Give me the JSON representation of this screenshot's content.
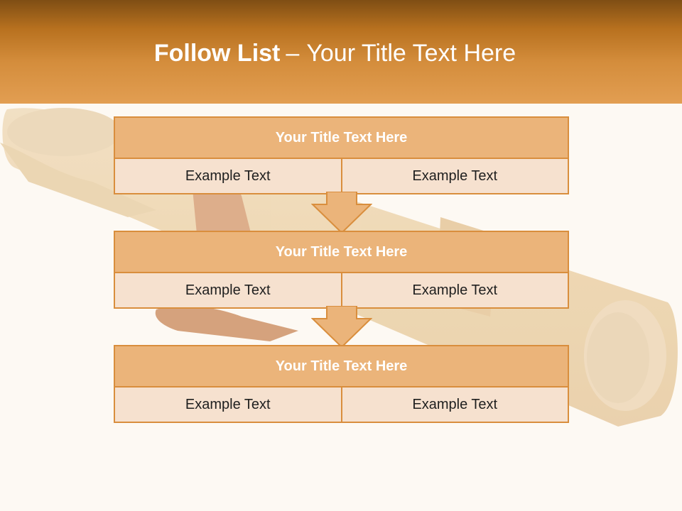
{
  "header": {
    "title_bold": "Follow List",
    "title_separator": "–",
    "title_rest": "Your Title Text Here"
  },
  "boxes": [
    {
      "title": "Your Title Text Here",
      "left": "Example Text",
      "right": "Example Text"
    },
    {
      "title": "Your Title Text Here",
      "left": "Example Text",
      "right": "Example Text"
    },
    {
      "title": "Your Title Text Here",
      "left": "Example Text",
      "right": "Example Text"
    }
  ],
  "colors": {
    "header_dark": "#7f4e14",
    "header_light": "#e29e52",
    "box_border": "#d98e3d",
    "box_header": "#ebb47a",
    "box_body": "#f6e1cf",
    "arrow_fill": "#ebb47a"
  },
  "background_image": "rolled-parchment-scroll"
}
